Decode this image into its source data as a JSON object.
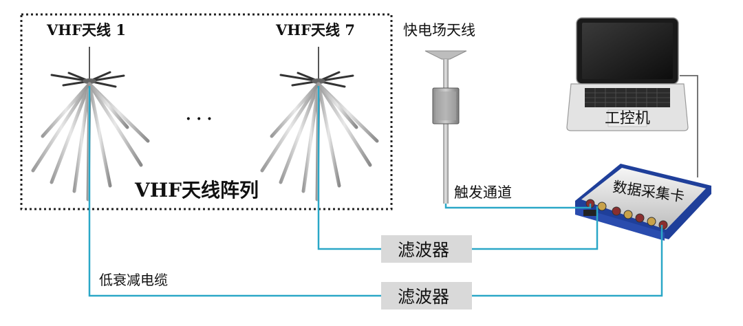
{
  "labels": {
    "antenna1": "VHF天线 1",
    "antenna7": "VHF天线 7",
    "ellipsis": "· · ·",
    "array": "VHF天线阵列",
    "fast_field_antenna": "快电场天线",
    "trigger_channel": "触发通道",
    "computer": "工控机",
    "daq_card": "数据采集卡",
    "filter_top": "滤波器",
    "filter_bottom": "滤波器",
    "cable": "低衰减电缆"
  },
  "colors": {
    "cable": "#2aa7c7",
    "filter_box": "#d9d9d9",
    "dashed_border": "#222222",
    "daq_body": "#1f3f9a",
    "antenna_rod": "#bfbfbf"
  }
}
